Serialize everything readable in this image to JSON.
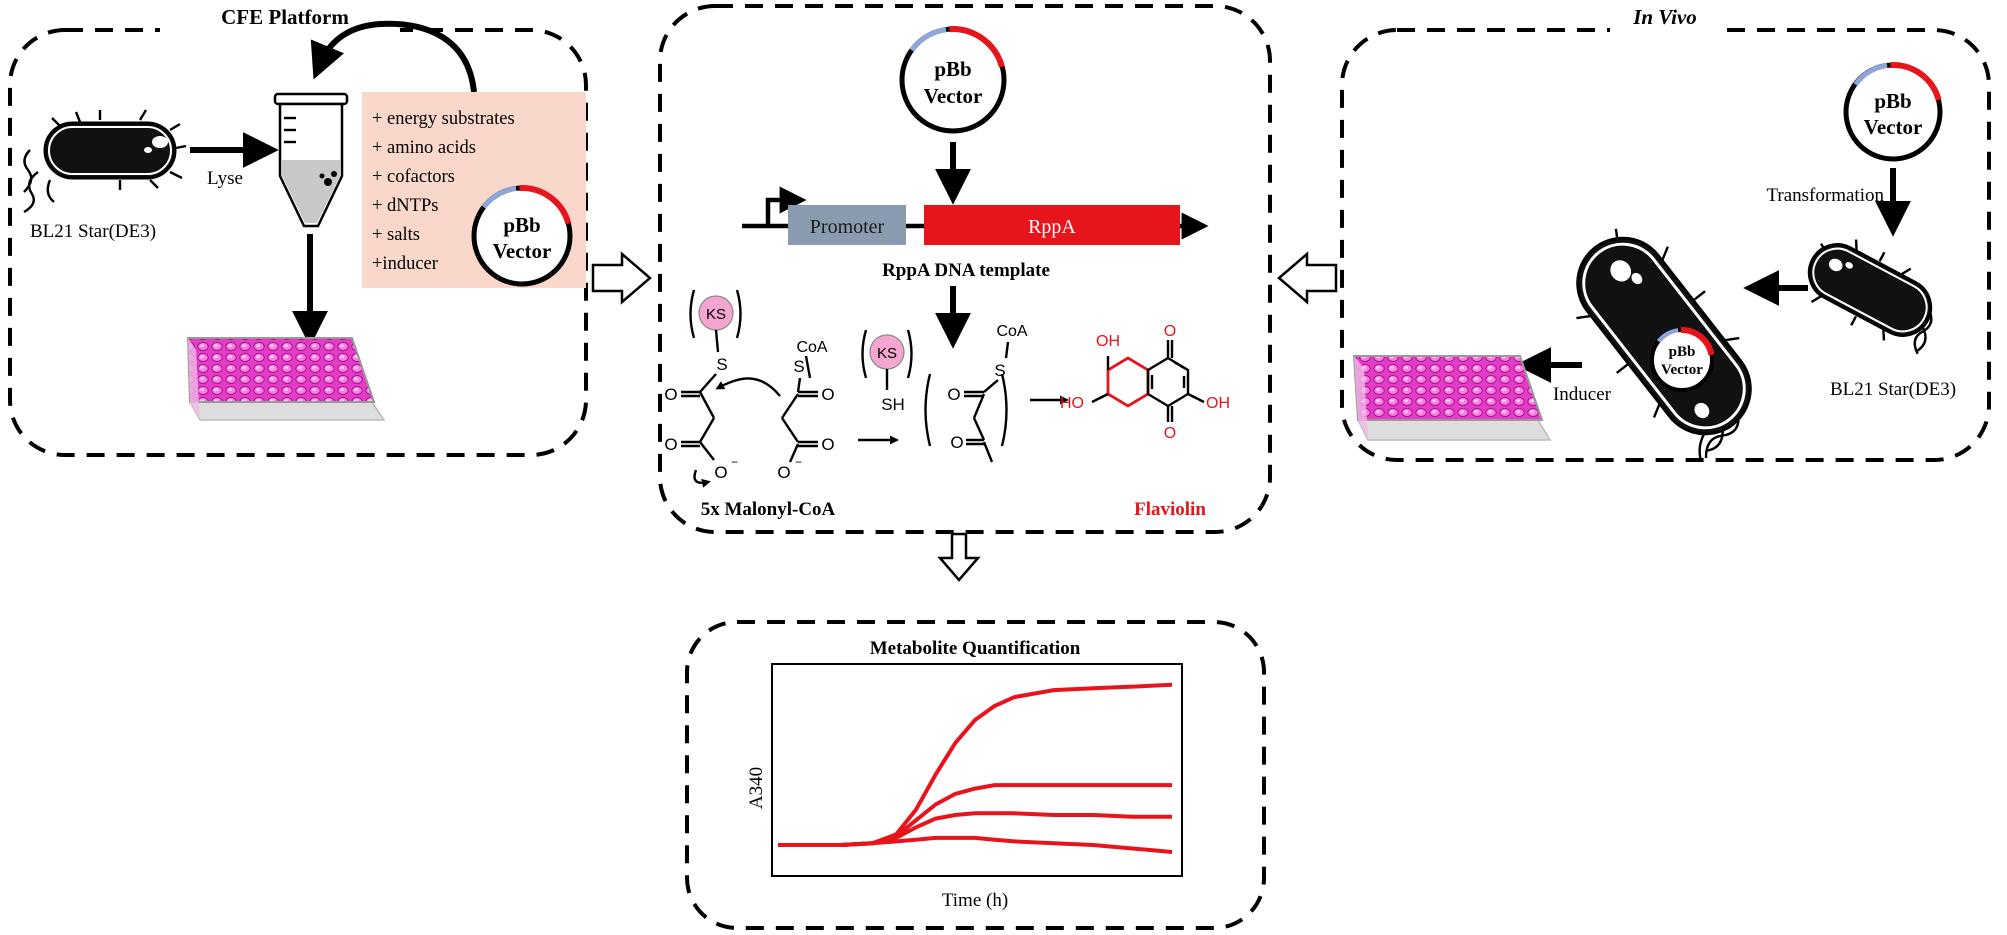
{
  "panels": {
    "cfe": {
      "title": "CFE Platform",
      "strain": "BL21 Star(DE3)",
      "lyse_label": "Lyse",
      "additives": [
        "+ energy substrates",
        "+ amino acids",
        "+ cofactors",
        "+ dNTPs",
        "+ salts",
        "+inducer"
      ],
      "vector_line1": "pBb",
      "vector_line2": "Vector"
    },
    "center": {
      "vector_line1": "pBb",
      "vector_line2": "Vector",
      "promoter": "Promoter",
      "gene": "RppA",
      "template_label": "RppA DNA template",
      "ks": "KS",
      "sh": "SH",
      "coa": "CoA",
      "substrate_label": "5x Malonyl-CoA",
      "product_label": "Flaviolin",
      "oh": "OH",
      "o": "O",
      "s": "S",
      "ho": "HO"
    },
    "invivo": {
      "title": "In Vivo",
      "vector_line1": "pBb",
      "vector_line2": "Vector",
      "transformation": "Transformation",
      "strain": "BL21 Star(DE3)",
      "inducer": "Inducer",
      "cell_vector_line1": "pBb",
      "cell_vector_line2": "Vector"
    },
    "quant": {
      "title": "Metabolite Quantification",
      "ylabel": "A340",
      "xlabel": "Time (h)"
    }
  },
  "colors": {
    "red": "#e8141b",
    "plasmid_blue": "#8fa6d8",
    "promoter_box": "#8a9bb0",
    "additive_bg": "#f9d8cb",
    "ks_pink": "#f4a6d0",
    "plate_pink": "#e03cc8"
  },
  "chart_data": {
    "type": "line",
    "title": "Metabolite Quantification",
    "xlabel": "Time (h)",
    "ylabel": "A340",
    "grid": false,
    "x": [
      0,
      0.08,
      0.16,
      0.24,
      0.3,
      0.35,
      0.4,
      0.45,
      0.5,
      0.55,
      0.6,
      0.7,
      0.8,
      0.9,
      1.0
    ],
    "series": [
      {
        "values": [
          0.04,
          0.04,
          0.04,
          0.05,
          0.1,
          0.24,
          0.44,
          0.62,
          0.75,
          0.83,
          0.88,
          0.92,
          0.93,
          0.94,
          0.95
        ]
      },
      {
        "values": [
          0.04,
          0.04,
          0.04,
          0.05,
          0.09,
          0.18,
          0.27,
          0.33,
          0.36,
          0.38,
          0.38,
          0.38,
          0.38,
          0.38,
          0.38
        ]
      },
      {
        "values": [
          0.04,
          0.04,
          0.04,
          0.05,
          0.08,
          0.14,
          0.19,
          0.21,
          0.22,
          0.22,
          0.22,
          0.21,
          0.21,
          0.2,
          0.2
        ]
      },
      {
        "values": [
          0.04,
          0.04,
          0.04,
          0.05,
          0.06,
          0.07,
          0.08,
          0.08,
          0.08,
          0.07,
          0.06,
          0.05,
          0.04,
          0.02,
          0.0
        ]
      }
    ]
  }
}
